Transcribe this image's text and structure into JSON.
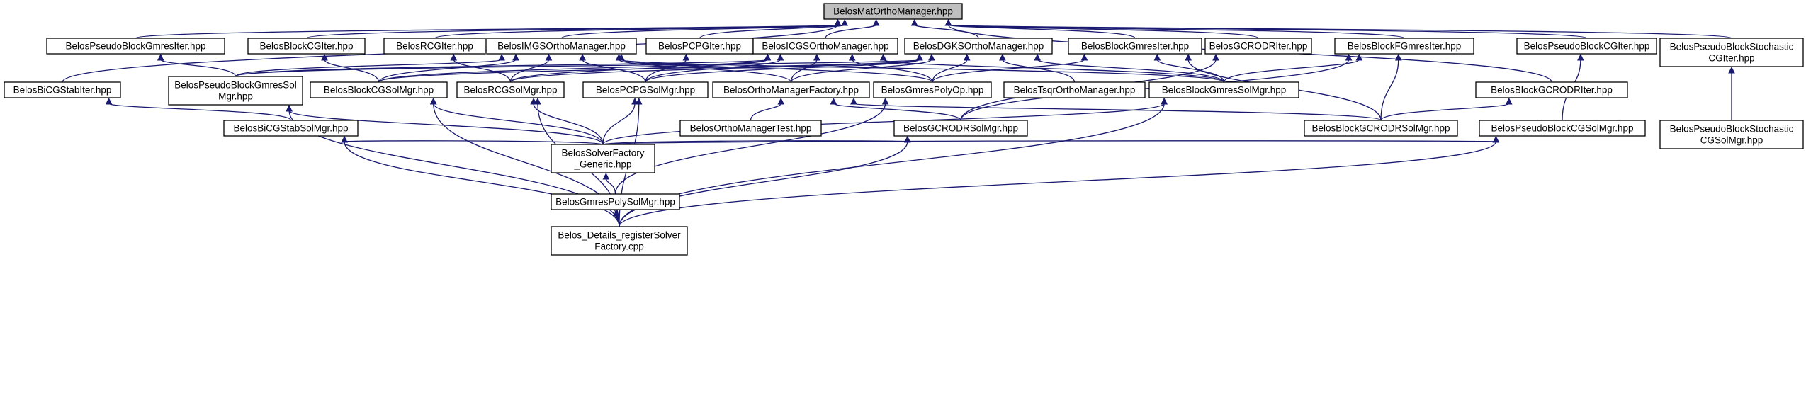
{
  "diagram": {
    "type": "include-dependency-graph",
    "root": "BelosMatOrthoManager.hpp",
    "nodes": [
      {
        "id": "mat",
        "lines": [
          "BelosMatOrthoManager.hpp"
        ],
        "root": true
      },
      {
        "id": "pbgmresiter",
        "lines": [
          "BelosPseudoBlockGmresIter.hpp"
        ]
      },
      {
        "id": "bcgiter",
        "lines": [
          "BelosBlockCGIter.hpp"
        ]
      },
      {
        "id": "rcgiter",
        "lines": [
          "BelosRCGIter.hpp"
        ]
      },
      {
        "id": "imgs",
        "lines": [
          "BelosIMGSOrthoManager.hpp"
        ]
      },
      {
        "id": "pcpgiter",
        "lines": [
          "BelosPCPGIter.hpp"
        ]
      },
      {
        "id": "icgs",
        "lines": [
          "BelosICGSOrthoManager.hpp"
        ]
      },
      {
        "id": "dgks",
        "lines": [
          "BelosDGKSOrthoManager.hpp"
        ]
      },
      {
        "id": "bgmresiter",
        "lines": [
          "BelosBlockGmresIter.hpp"
        ]
      },
      {
        "id": "gcrodriter",
        "lines": [
          "BelosGCRODRIter.hpp"
        ]
      },
      {
        "id": "bfgmresiter",
        "lines": [
          "BelosBlockFGmresIter.hpp"
        ]
      },
      {
        "id": "pbcgiter",
        "lines": [
          "BelosPseudoBlockCGIter.hpp"
        ]
      },
      {
        "id": "pbscgiter",
        "lines": [
          "BelosPseudoBlockStochastic",
          "CGIter.hpp"
        ]
      },
      {
        "id": "bicgstabiter",
        "lines": [
          "BelosBiCGStabIter.hpp"
        ]
      },
      {
        "id": "pbgmressolmgr",
        "lines": [
          "BelosPseudoBlockGmresSol",
          "Mgr.hpp"
        ]
      },
      {
        "id": "bcgsolmgr",
        "lines": [
          "BelosBlockCGSolMgr.hpp"
        ]
      },
      {
        "id": "rcgsolmgr",
        "lines": [
          "BelosRCGSolMgr.hpp"
        ]
      },
      {
        "id": "pcpgsolmgr",
        "lines": [
          "BelosPCPGSolMgr.hpp"
        ]
      },
      {
        "id": "omfactory",
        "lines": [
          "BelosOrthoManagerFactory.hpp"
        ]
      },
      {
        "id": "gmrespolyop",
        "lines": [
          "BelosGmresPolyOp.hpp"
        ]
      },
      {
        "id": "tsqr",
        "lines": [
          "BelosTsqrOrthoManager.hpp"
        ]
      },
      {
        "id": "bgmressolmgr",
        "lines": [
          "BelosBlockGmresSolMgr.hpp"
        ]
      },
      {
        "id": "bgcrodriter",
        "lines": [
          "BelosBlockGCRODRIter.hpp"
        ]
      },
      {
        "id": "pbscgsolmgr",
        "lines": [
          "BelosPseudoBlockStochastic",
          "CGSolMgr.hpp"
        ]
      },
      {
        "id": "bicgstabsolmgr",
        "lines": [
          "BelosBiCGStabSolMgr.hpp"
        ]
      },
      {
        "id": "omtest",
        "lines": [
          "BelosOrthoManagerTest.hpp"
        ]
      },
      {
        "id": "gcrodrsolmgr",
        "lines": [
          "BelosGCRODRSolMgr.hpp"
        ]
      },
      {
        "id": "bgcrodrsolmgr",
        "lines": [
          "BelosBlockGCRODRSolMgr.hpp"
        ]
      },
      {
        "id": "pbcgsolmgr",
        "lines": [
          "BelosPseudoBlockCGSolMgr.hpp"
        ]
      },
      {
        "id": "solverfactory",
        "lines": [
          "BelosSolverFactory",
          "_Generic.hpp"
        ]
      },
      {
        "id": "gmrespolysolmgr",
        "lines": [
          "BelosGmresPolySolMgr.hpp"
        ]
      },
      {
        "id": "register",
        "lines": [
          "Belos_Details_registerSolver",
          "Factory.cpp"
        ]
      }
    ],
    "edges": [
      [
        "pbgmresiter",
        "mat"
      ],
      [
        "bcgiter",
        "mat"
      ],
      [
        "rcgiter",
        "mat"
      ],
      [
        "imgs",
        "mat"
      ],
      [
        "pcpgiter",
        "mat"
      ],
      [
        "icgs",
        "mat"
      ],
      [
        "dgks",
        "mat"
      ],
      [
        "bgmresiter",
        "mat"
      ],
      [
        "gcrodriter",
        "mat"
      ],
      [
        "bfgmresiter",
        "mat"
      ],
      [
        "pbcgiter",
        "mat"
      ],
      [
        "pbscgiter",
        "mat"
      ],
      [
        "bicgstabiter",
        "mat"
      ],
      [
        "bgcrodriter",
        "mat"
      ],
      [
        "pbgmressolmgr",
        "pbgmresiter"
      ],
      [
        "bcgsolmgr",
        "bcgiter"
      ],
      [
        "rcgsolmgr",
        "rcgiter"
      ],
      [
        "pcpgsolmgr",
        "pcpgiter"
      ],
      [
        "bicgstabsolmgr",
        "bicgstabiter"
      ],
      [
        "pbscgsolmgr",
        "pbscgiter"
      ],
      [
        "pbcgsolmgr",
        "pbcgiter"
      ],
      [
        "bgcrodrsolmgr",
        "bgcrodriter"
      ],
      [
        "gcrodrsolmgr",
        "gcrodriter"
      ],
      [
        "pbgmressolmgr",
        "imgs"
      ],
      [
        "bcgsolmgr",
        "imgs"
      ],
      [
        "rcgsolmgr",
        "imgs"
      ],
      [
        "pcpgsolmgr",
        "imgs"
      ],
      [
        "omfactory",
        "imgs"
      ],
      [
        "gmrespolyop",
        "imgs"
      ],
      [
        "bgmressolmgr",
        "imgs"
      ],
      [
        "pbgmressolmgr",
        "icgs"
      ],
      [
        "bcgsolmgr",
        "icgs"
      ],
      [
        "rcgsolmgr",
        "icgs"
      ],
      [
        "pcpgsolmgr",
        "icgs"
      ],
      [
        "omfactory",
        "icgs"
      ],
      [
        "gmrespolyop",
        "icgs"
      ],
      [
        "bgmressolmgr",
        "icgs"
      ],
      [
        "pbgmressolmgr",
        "dgks"
      ],
      [
        "bcgsolmgr",
        "dgks"
      ],
      [
        "rcgsolmgr",
        "dgks"
      ],
      [
        "pcpgsolmgr",
        "dgks"
      ],
      [
        "omfactory",
        "dgks"
      ],
      [
        "gmrespolyop",
        "dgks"
      ],
      [
        "tsqr",
        "dgks"
      ],
      [
        "bgmressolmgr",
        "dgks"
      ],
      [
        "gmrespolyop",
        "bgmresiter"
      ],
      [
        "bgmressolmgr",
        "bgmresiter"
      ],
      [
        "bgcrodrsolmgr",
        "bgmresiter"
      ],
      [
        "bgmressolmgr",
        "bfgmresiter"
      ],
      [
        "gcrodrsolmgr",
        "bfgmresiter"
      ],
      [
        "bgcrodrsolmgr",
        "bfgmresiter"
      ],
      [
        "omtest",
        "omfactory"
      ],
      [
        "gcrodrsolmgr",
        "omfactory"
      ],
      [
        "bgcrodrsolmgr",
        "omfactory"
      ],
      [
        "solverfactory",
        "pbgmressolmgr"
      ],
      [
        "solverfactory",
        "bcgsolmgr"
      ],
      [
        "solverfactory",
        "rcgsolmgr"
      ],
      [
        "solverfactory",
        "pcpgsolmgr"
      ],
      [
        "solverfactory",
        "bicgstabsolmgr"
      ],
      [
        "solverfactory",
        "gcrodrsolmgr"
      ],
      [
        "solverfactory",
        "pbcgsolmgr"
      ],
      [
        "solverfactory",
        "bgmressolmgr"
      ],
      [
        "gmrespolysolmgr",
        "gmrespolyop"
      ],
      [
        "gmrespolysolmgr",
        "solverfactory"
      ],
      [
        "register",
        "gmrespolysolmgr"
      ],
      [
        "register",
        "pbgmressolmgr"
      ],
      [
        "register",
        "bcgsolmgr"
      ],
      [
        "register",
        "rcgsolmgr"
      ],
      [
        "register",
        "pcpgsolmgr"
      ],
      [
        "register",
        "bicgstabsolmgr"
      ],
      [
        "register",
        "gcrodrsolmgr"
      ],
      [
        "register",
        "pbcgsolmgr"
      ],
      [
        "register",
        "bgmressolmgr"
      ]
    ]
  }
}
